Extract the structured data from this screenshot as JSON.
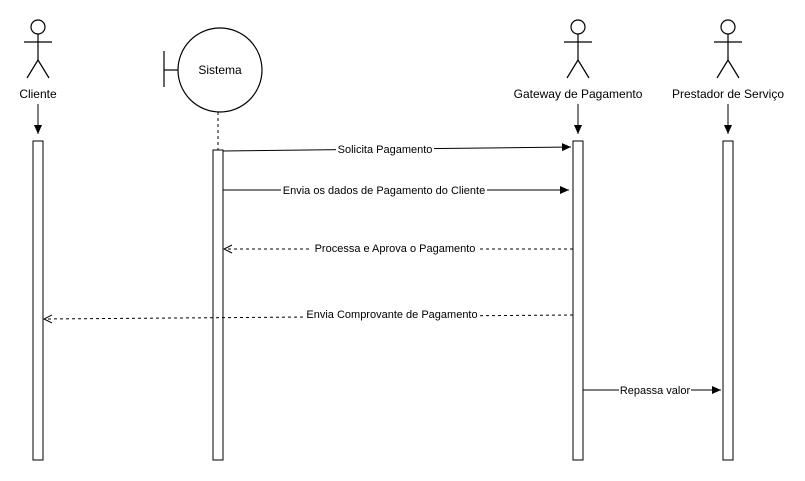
{
  "participants": [
    {
      "id": "cliente",
      "kind": "actor",
      "label": "Cliente"
    },
    {
      "id": "sistema",
      "kind": "boundary",
      "label": "Sistema"
    },
    {
      "id": "gateway",
      "kind": "actor",
      "label": "Gateway de Pagamento"
    },
    {
      "id": "prestador",
      "kind": "actor",
      "label": "Prestador de Serviço"
    }
  ],
  "messages": [
    {
      "label": "Solicita Pagamento",
      "from": "sistema",
      "to": "gateway",
      "style": "solid"
    },
    {
      "label": "Envia os dados de Pagamento do Cliente",
      "from": "sistema",
      "to": "gateway",
      "style": "solid"
    },
    {
      "label": "Processa e Aprova o Pagamento",
      "from": "gateway",
      "to": "sistema",
      "style": "dashed"
    },
    {
      "label": "Envia Comprovante de Pagamento",
      "from": "gateway",
      "to": "cliente",
      "style": "dashed"
    },
    {
      "label": "Repassa valor",
      "from": "gateway",
      "to": "prestador",
      "style": "solid"
    }
  ]
}
